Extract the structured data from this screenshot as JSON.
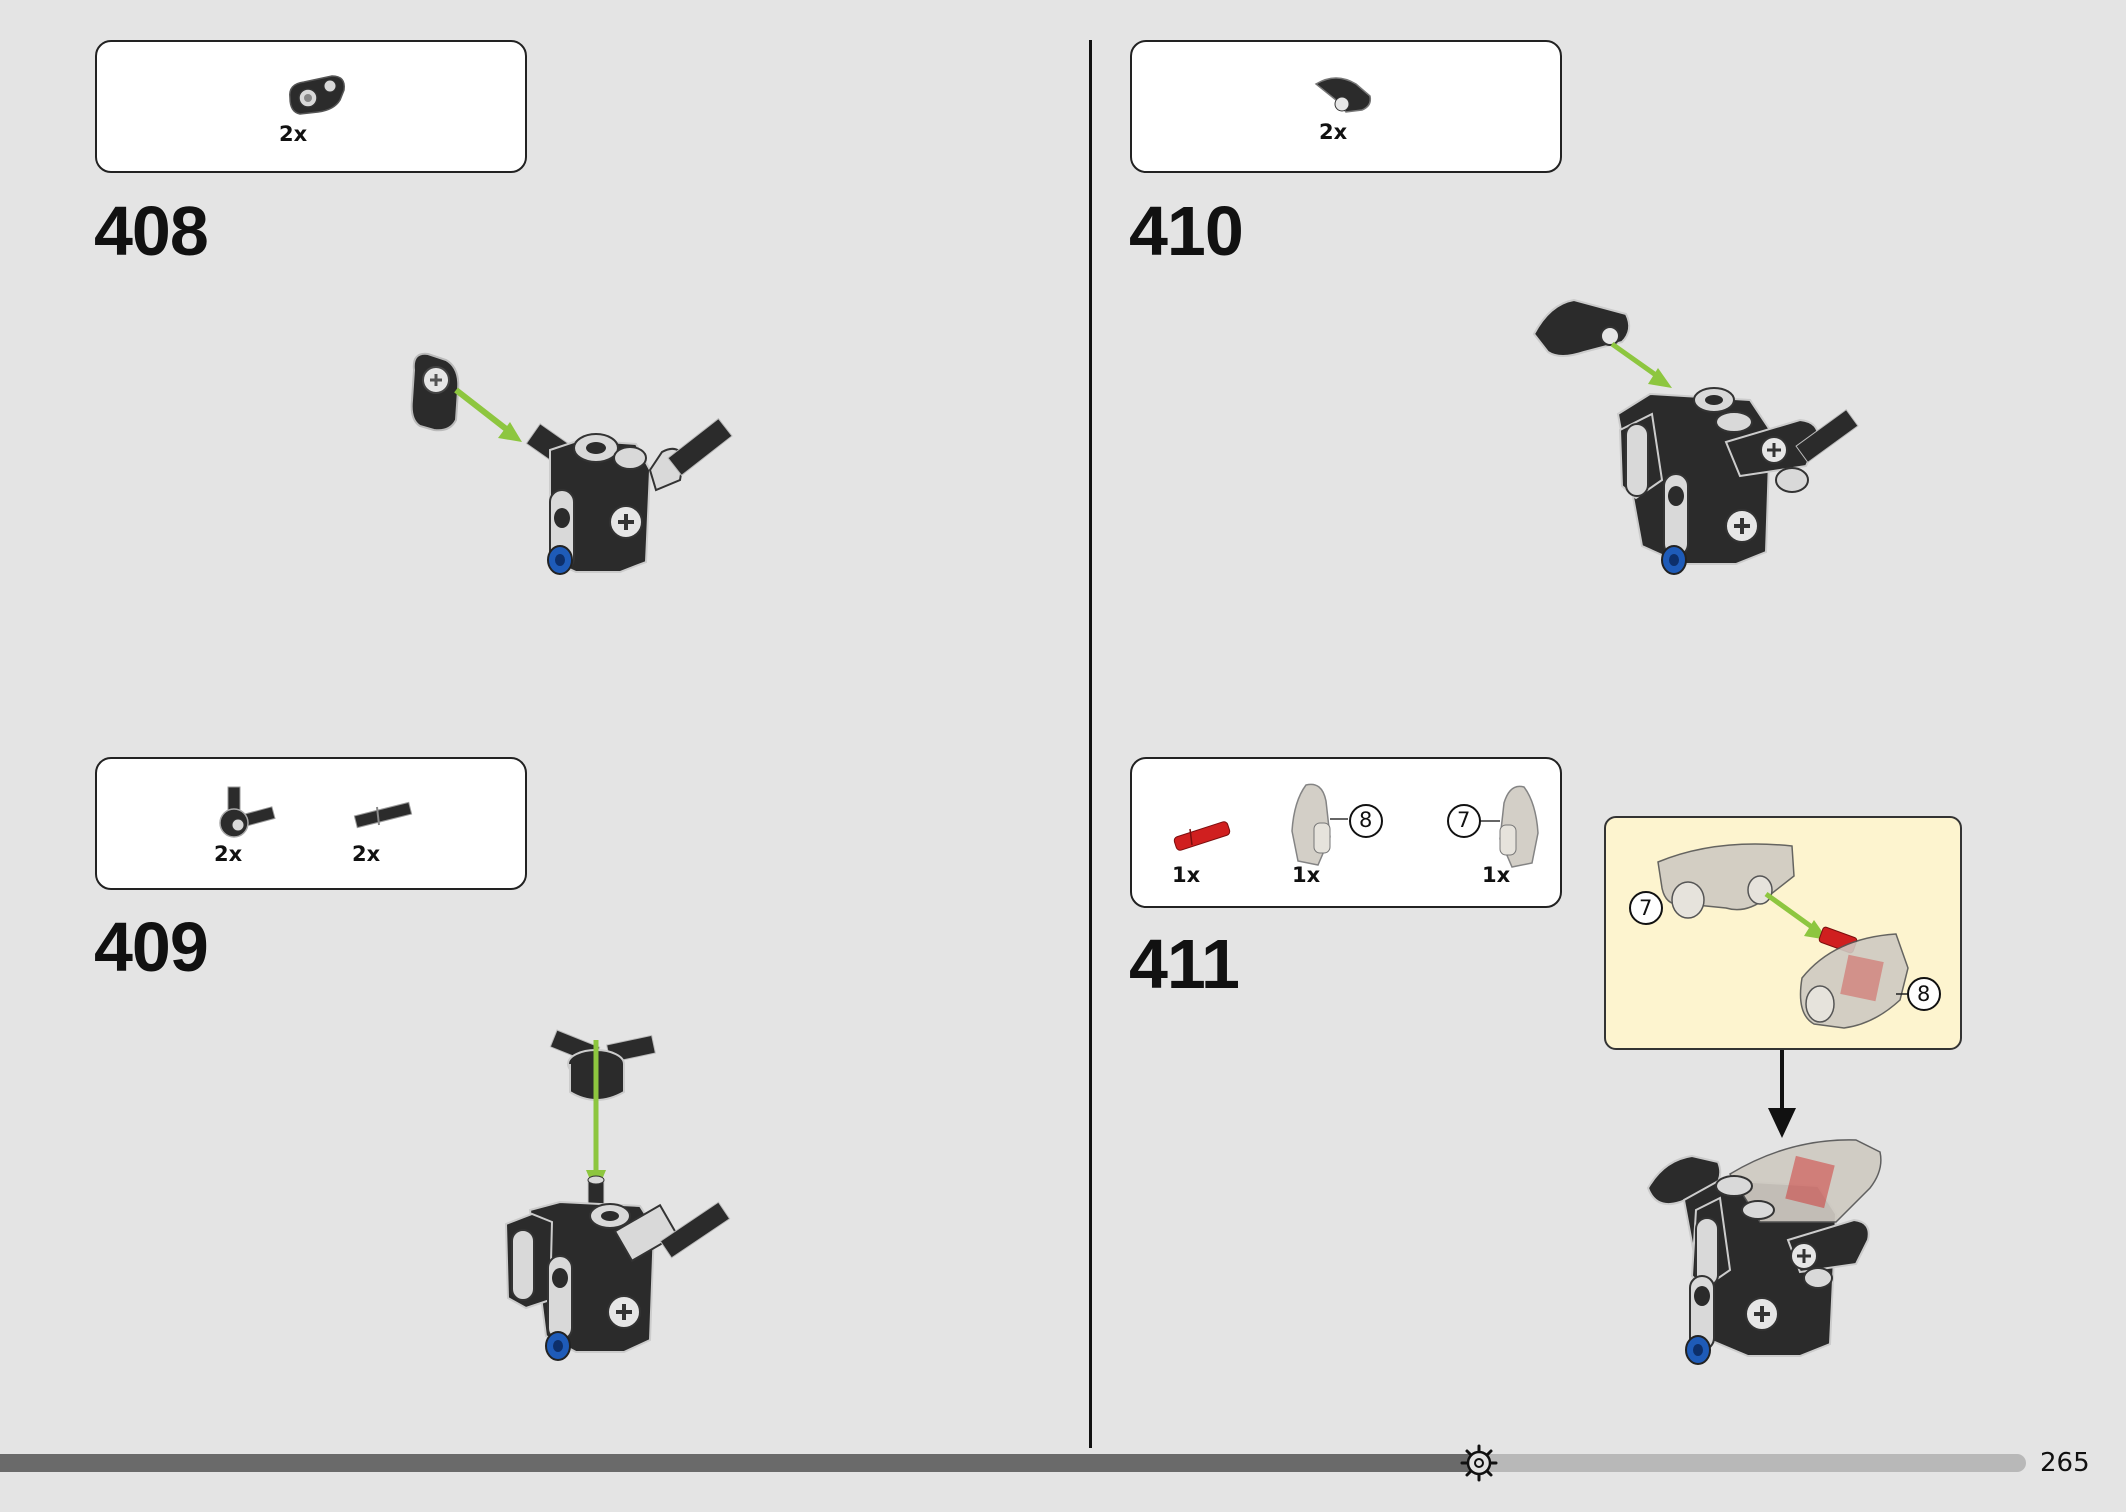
{
  "steps": [
    {
      "number": "408",
      "parts": [
        {
          "qty": "2x"
        }
      ]
    },
    {
      "number": "409",
      "parts": [
        {
          "qty": "2x"
        },
        {
          "qty": "2x"
        }
      ]
    },
    {
      "number": "410",
      "parts": [
        {
          "qty": "2x"
        }
      ]
    },
    {
      "number": "411",
      "parts": [
        {
          "qty": "1x"
        },
        {
          "qty": "1x",
          "label": "8"
        },
        {
          "qty": "1x",
          "label": "7"
        }
      ]
    }
  ],
  "callout": {
    "labels": [
      "7",
      "8"
    ]
  },
  "progress": {
    "fraction": 0.73,
    "icon": "gear-icon"
  },
  "page": {
    "number": "265"
  },
  "colors": {
    "arrow": "#8dc63f",
    "part_dark": "#2b2b2b",
    "part_light": "#d9d9d9",
    "accent_red": "#d01f1f",
    "accent_blue": "#1e5bb8",
    "callout_bg": "#fdf4cf"
  }
}
